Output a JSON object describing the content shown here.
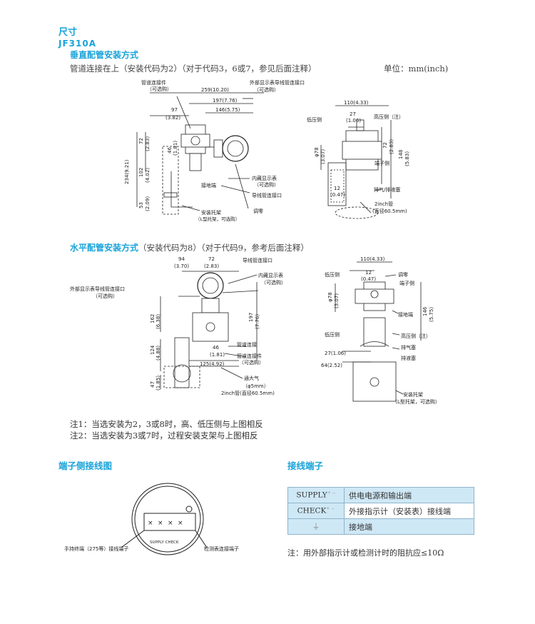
{
  "section_title": "尺寸",
  "model": "JF310A",
  "vertical": {
    "heading": "垂直配管安装方式",
    "subtitle": "管道连接在上（安装代码为2）（对于代码3，6或7，参见后面注释）",
    "unit": "单位：mm(inch)",
    "front_labels": {
      "pipe_fitting": "管道连接件",
      "optional1": "（可选购）",
      "d259": "259(10.20)",
      "d197": "197(7.76)",
      "d146": "146(5.75)",
      "d97": "97",
      "d382": "(3.82)",
      "d72": "72",
      "d283": "(2.83)",
      "d46": "46",
      "d181": "(1.81)",
      "d102": "102",
      "d402": "(4.02)",
      "d234": "234(9.21)",
      "d53": "53",
      "d209": "(2.09)",
      "ext_display": "外部显示表导线管连接口",
      "optional2": "（可选购）",
      "builtin_display": "内藏显示表",
      "optional3": "（可选购）",
      "ground": "接地端",
      "conduit": "导线管连接口",
      "zero_adj": "调零",
      "bracket": "安装托架",
      "bracket_sub": "（L型托架，可选购）"
    },
    "side_labels": {
      "d110": "110(4.33)",
      "d27": "27",
      "d106": "(1.06)",
      "low_side": "低压侧",
      "high_side": "高压侧（注）",
      "d72": "72",
      "d283": "(2.83)",
      "d148": "148",
      "d583": "(5.83)",
      "phi78": "φ78",
      "d307": "(3.07)",
      "terminal_side": "端子侧",
      "d12": "12",
      "d047": "(0.47)",
      "vent_drain": "排气/排液塞",
      "pipe": "2inch管",
      "pipe_dia": "(直径60.5mm)"
    }
  },
  "horizontal": {
    "heading": "水平配管安装方式",
    "subtitle": "（安装代码为8）（对于代码9，参考后面注释）",
    "front_labels": {
      "d94": "94",
      "d370": "(3.70)",
      "d72": "72",
      "d283": "(2.83)",
      "conduit": "导线管连接口",
      "builtin_display": "内藏显示表",
      "optional1": "（可选购）",
      "ext_display": "外部显示表导线管连接口",
      "optional2": "（可选购）",
      "d162": "162",
      "d638": "(6.38)",
      "d197": "197",
      "d776": "(7.76)",
      "d124": "124",
      "d488": "(4.88)",
      "d47": "47",
      "d185": "(1.85)",
      "pipe_conn": "管道连接",
      "d46": "46",
      "d181": "(1.81)",
      "pipe_fitting": "管道连接件",
      "optional3": "（可选购）",
      "d125": "125(4.92)",
      "vent_atm": "通大气",
      "vent_dia": "（φ5mm）",
      "pipe": "2inch管(直径60.5mm)"
    },
    "side_labels": {
      "d110": "110(4.33)",
      "low_side": "低压侧",
      "d12": "12",
      "d047": "(0.47)",
      "zero_adj": "调零",
      "terminal_side": "端子侧",
      "phi78": "φ78",
      "d307": "(3.07)",
      "ground": "接地端",
      "d146": "146",
      "d575": "(5.75)",
      "low_side2": "低压侧",
      "high_side": "高压侧（注）",
      "vent_plug": "排气塞",
      "drain_plug": "排液塞",
      "d27": "27(1.06)",
      "d64": "64(2.52)",
      "bracket": "安装托架",
      "bracket_sub": "（L型托架，可选购）"
    }
  },
  "notes": {
    "note1": "注1：当选安装为2，3或8时，高、低压侧与上图相反",
    "note2": "注2：当选安装为3或7时，过程安装支架与上图相反"
  },
  "terminal_wiring": {
    "heading": "端子侧接线图",
    "supply_check": "SUPPLY CHECK",
    "handheld": "手持终端（275等）接线端子",
    "check_meter": "检测表连接端子"
  },
  "terminals": {
    "heading": "接线端子",
    "rows": [
      {
        "code": "SUPPLY",
        "sign": "+ −",
        "desc": "供电电源和输出端"
      },
      {
        "code": "CHECK",
        "sign": "+ −",
        "desc": "外接指示计（安装表）接线端"
      },
      {
        "code": "⏚",
        "sign": "",
        "desc": "接地端"
      }
    ],
    "note": "注：用外部指示计或检测计时的阻抗应≤10Ω"
  }
}
